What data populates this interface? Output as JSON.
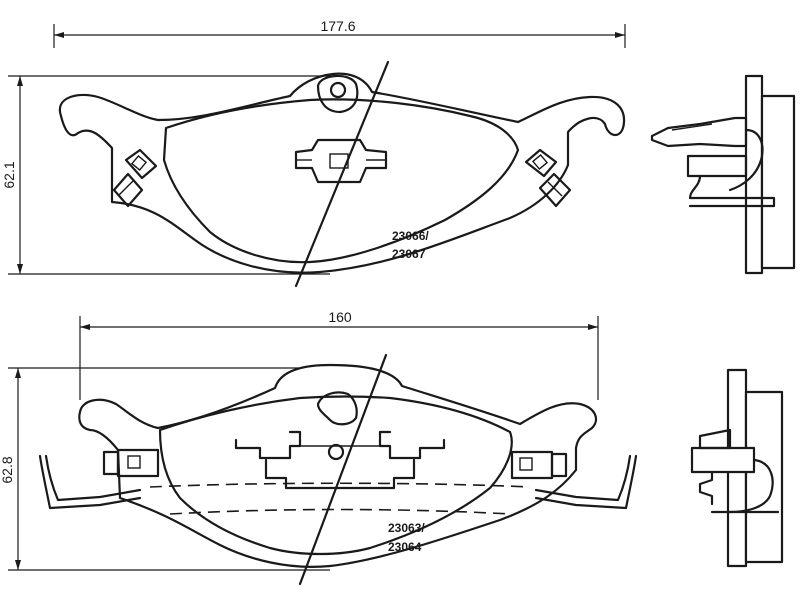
{
  "pad_top": {
    "width_dimension": "177.6",
    "height_dimension": "62.1",
    "part_number_line1": "23066/",
    "part_number_line2": "23067"
  },
  "pad_bottom": {
    "width_dimension": "160",
    "height_dimension": "62.8",
    "part_number_line1": "23063/",
    "part_number_line2": "23064"
  }
}
